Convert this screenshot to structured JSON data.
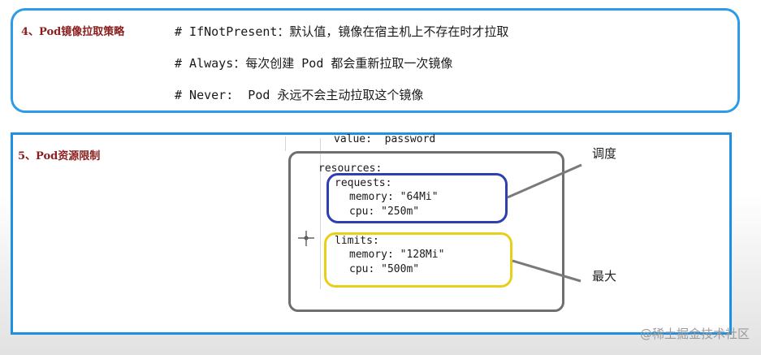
{
  "section_pull_policy": {
    "heading": "4、Pod镜像拉取策略",
    "lines": [
      "# IfNotPresent：默认值，镜像在宿主机上不存在时才拉取",
      "# Always：每次创建 Pod 都会重新拉取一次镜像",
      "# Never:  Pod 永远不会主动拉取这个镜像"
    ]
  },
  "section_resources": {
    "heading": "5、Pod资源限制",
    "code_lines": [
      "value:  password",
      "resources:",
      "requests:",
      "memory: \"64Mi\"",
      "cpu: \"250m\"",
      "limits:",
      "memory: \"128Mi\"",
      "cpu: \"500m\""
    ],
    "label_requests": "调度",
    "label_limits": "最大"
  },
  "watermark": "@稀土掘金技术社区",
  "colors": {
    "frame_top": "#2e9be6",
    "frame_bottom": "#1e90e0",
    "heading_text": "#8a1c1c",
    "ring_outer": "#6f6f6f",
    "ring_requests": "#2e3fb0",
    "ring_limits": "#e8cf1a"
  },
  "icons": {
    "cursor": "crosshair-cursor-icon"
  }
}
